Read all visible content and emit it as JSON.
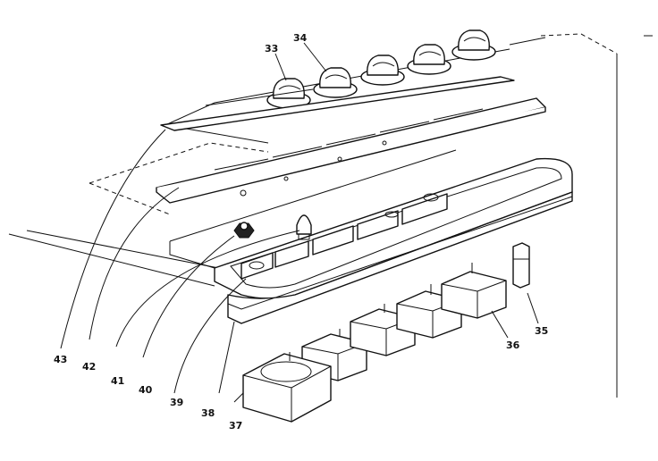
{
  "diagram": {
    "callouts": {
      "c33": "33",
      "c34": "34",
      "c35": "35",
      "c36": "36",
      "c37": "37",
      "c38": "38",
      "c39": "39",
      "c40": "40",
      "c41": "41",
      "c42": "42",
      "c43": "43"
    }
  }
}
